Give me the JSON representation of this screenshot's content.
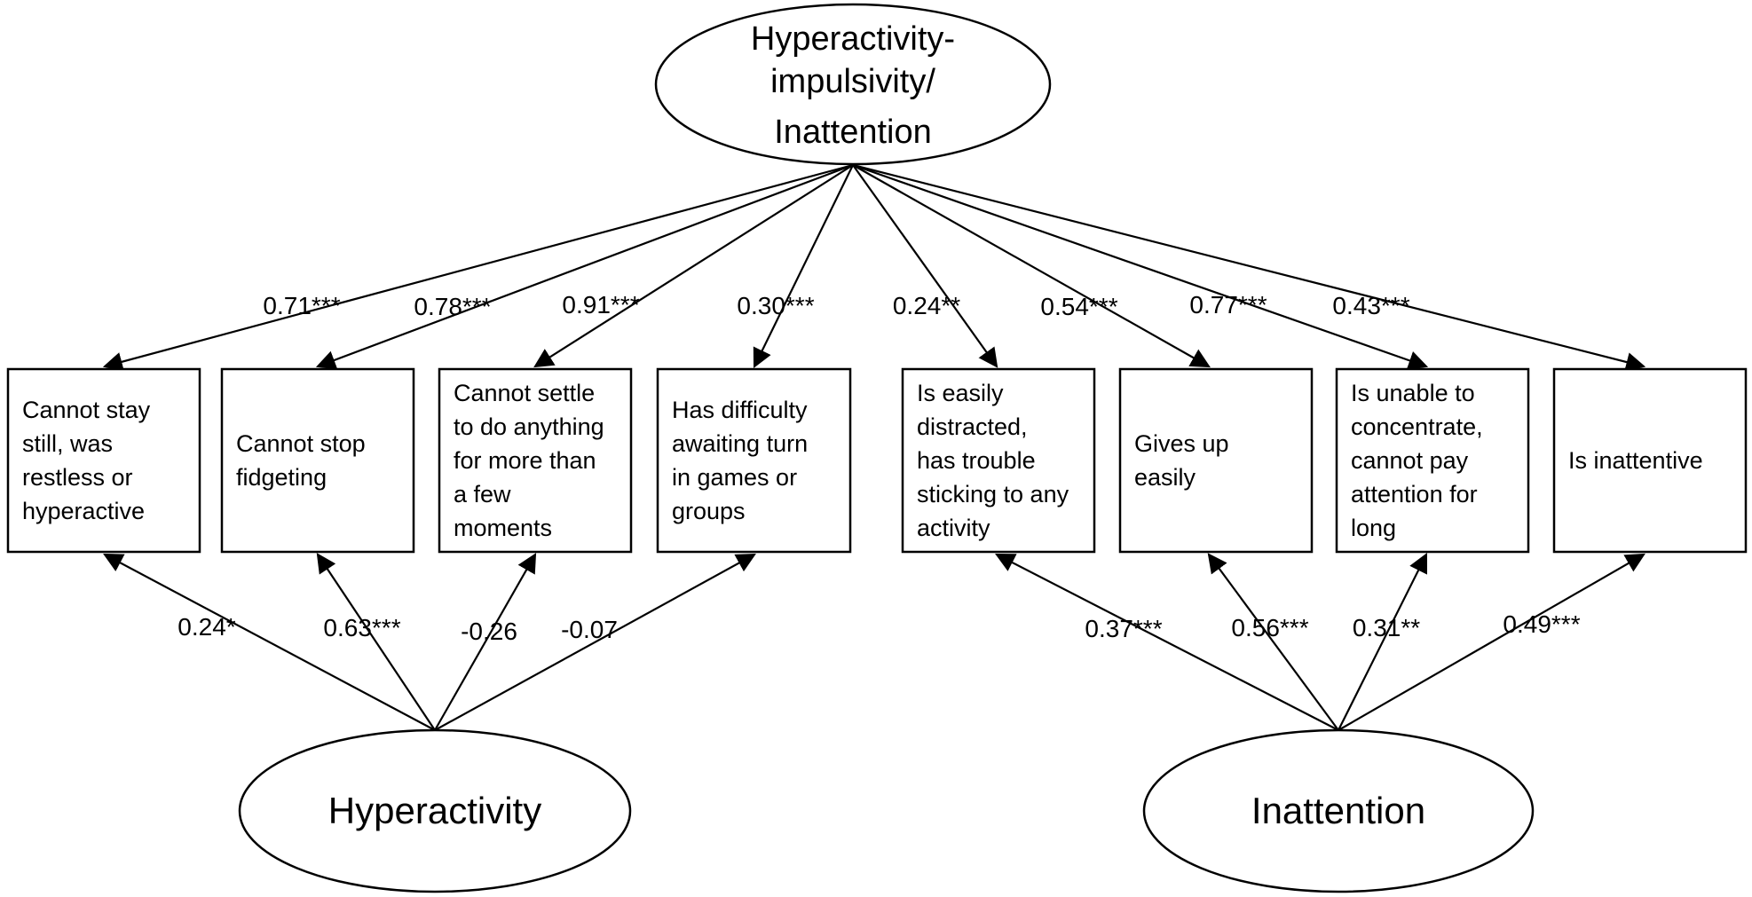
{
  "latent_factors": {
    "general": {
      "label_lines": [
        "Hyperactivity-",
        "impulsivity/",
        "Inattention"
      ]
    },
    "hyperactivity": {
      "label": "Hyperactivity"
    },
    "inattention": {
      "label": "Inattention"
    }
  },
  "items": [
    {
      "id": "item-restless",
      "lines": [
        "Cannot stay",
        "still, was",
        "restless or",
        "hyperactive"
      ]
    },
    {
      "id": "item-fidgeting",
      "lines": [
        "Cannot stop",
        "fidgeting"
      ]
    },
    {
      "id": "item-settle",
      "lines": [
        "Cannot settle",
        "to do anything",
        "for more than",
        "a few",
        "moments"
      ]
    },
    {
      "id": "item-awaiting-turn",
      "lines": [
        "Has difficulty",
        "awaiting turn",
        "in games or",
        "groups"
      ]
    },
    {
      "id": "item-distracted",
      "lines": [
        "Is easily",
        "distracted,",
        "has trouble",
        "sticking to any",
        "activity"
      ]
    },
    {
      "id": "item-gives-up",
      "lines": [
        "Gives up",
        "easily"
      ]
    },
    {
      "id": "item-concentrate",
      "lines": [
        "Is unable to",
        "concentrate,",
        "cannot pay",
        "attention for",
        "long"
      ]
    },
    {
      "id": "item-inattentive",
      "lines": [
        "Is inattentive"
      ]
    }
  ],
  "general_loadings": [
    "0.71***",
    "0.78***",
    "0.91***",
    "0.30***",
    "0.24**",
    "0.54***",
    "0.77***",
    "0.43***"
  ],
  "hyperactivity_loadings": [
    "0.24*",
    "0.63***",
    "-0.26",
    "-0.07"
  ],
  "inattention_loadings": [
    "0.37***",
    "0.56***",
    "0.31**",
    "0.49***"
  ]
}
